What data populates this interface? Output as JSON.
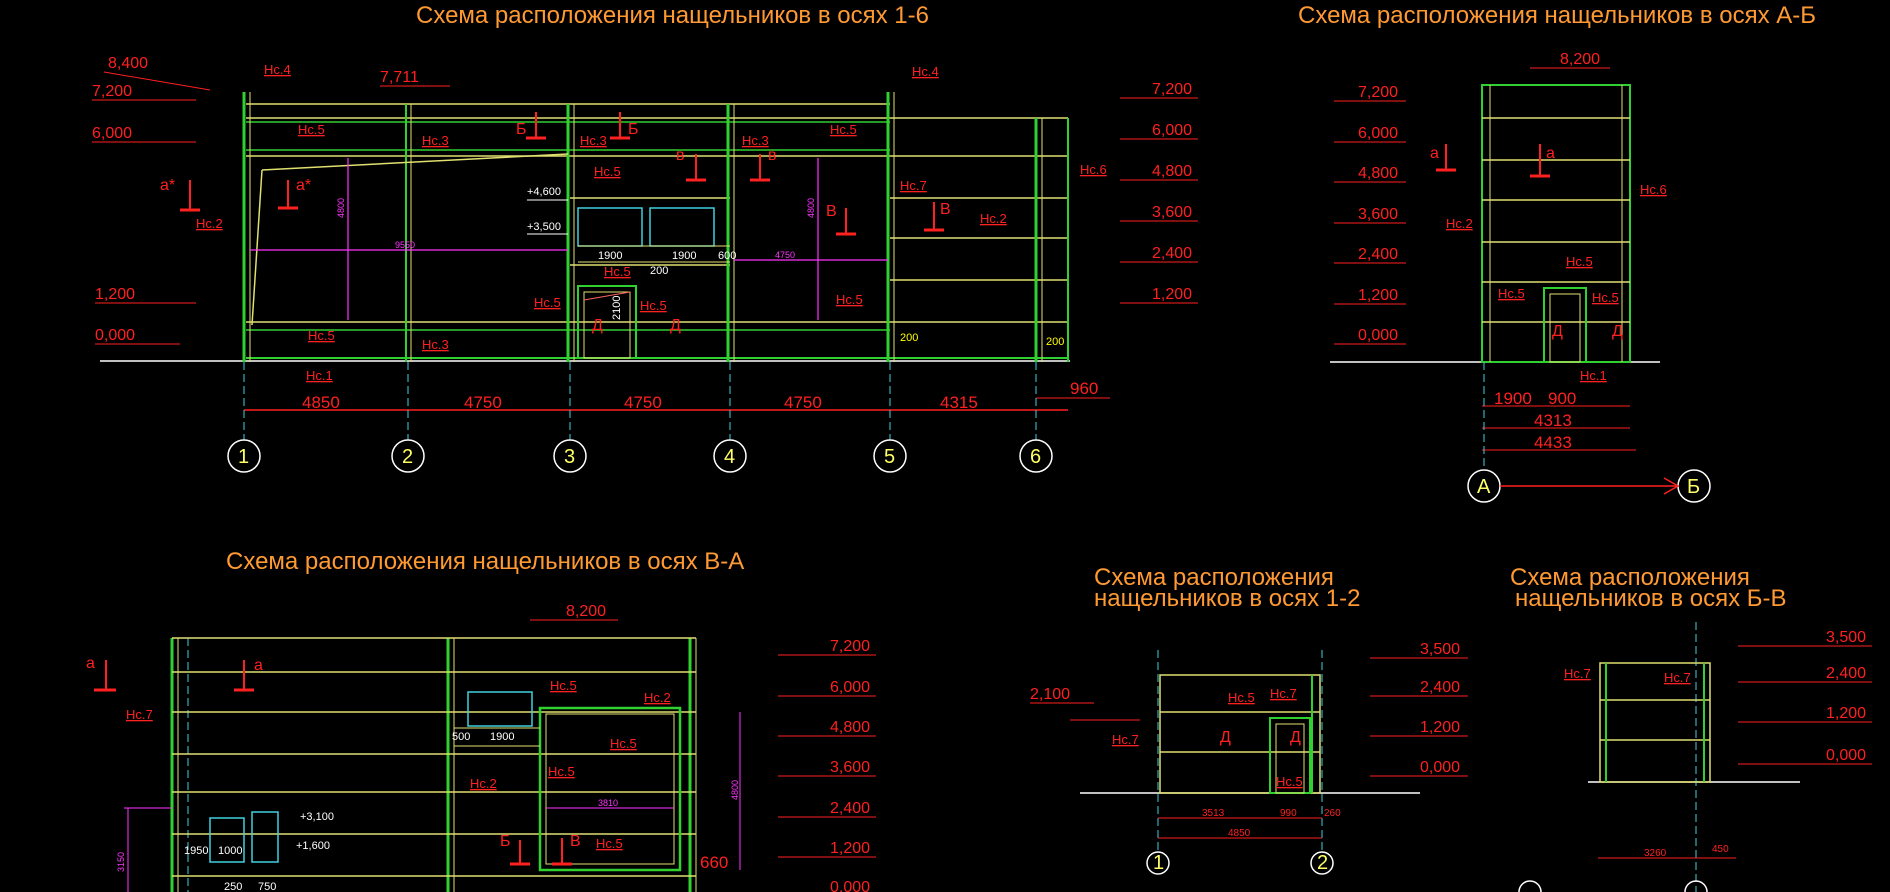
{
  "titles": {
    "axes_1_6": "Схема расположения нащельников в осях 1-6",
    "axes_a_b": "Схема расположения нащельников в осях А-Б",
    "axes_v_a": "Схема расположения нащельников в осях В-А",
    "axes_1_2_line1": "Схема расположения",
    "axes_1_2_line2": "нащельников в осях 1-2",
    "axes_b_v_line1": "Схема расположения",
    "axes_b_v_line2": "нащельников в осях  Б-В"
  },
  "plan_1_6": {
    "elev_left": [
      "8,400",
      "7,200",
      "6,000",
      "1,200",
      "0,000"
    ],
    "elev_711": "7,711",
    "elev_right": [
      "7,200",
      "6,000",
      "4,800",
      "3,600",
      "2,400",
      "1,200"
    ],
    "spans": [
      "4850",
      "4750",
      "4750",
      "4750",
      "4315"
    ],
    "extra_dim": "960",
    "axes": [
      "1",
      "2",
      "3",
      "4",
      "5",
      "6"
    ],
    "labels": {
      "nc4": "Нс.4",
      "nc5": "Нс.5",
      "nc3": "Нс.3",
      "nc2": "Нс.2",
      "nc1": "Нс.1",
      "nc6": "Нс.6",
      "nc7": "Нс.7"
    },
    "section_marks": {
      "a_star": "а*",
      "b": "Б",
      "v": "в",
      "V": "В",
      "d": "Д"
    },
    "inner": {
      "h4600": "+4,600",
      "h3500": "+3,500",
      "w1900": "1900",
      "w600": "600",
      "w200": "200",
      "d9550": "9550",
      "d4750": "4750",
      "d4800": "4800",
      "d2100": "2100",
      "d200": "200"
    }
  },
  "plan_a_b": {
    "elev_top": "8,200",
    "elev": [
      "7,200",
      "6,000",
      "4,800",
      "3,600",
      "2,400",
      "1,200",
      "0,000"
    ],
    "dims": {
      "d1900": "1900",
      "d900": "900",
      "d4313": "4313",
      "d4433": "4433"
    },
    "axes": [
      "А",
      "Б"
    ],
    "mark_a": "а",
    "mark_d": "Д"
  },
  "plan_v_a": {
    "elev_top": "8,200",
    "elev": [
      "7,200",
      "6,000",
      "4,800",
      "3,600",
      "2,400",
      "1,200",
      "0,000"
    ],
    "inner": {
      "h3100": "+3,100",
      "h1600": "+1,600",
      "d1950": "1950",
      "d1000": "1000",
      "d250": "250",
      "d750": "750",
      "d500": "500",
      "d1900": "1900",
      "d3810": "3810",
      "d4800": "4800",
      "d3150": "3150",
      "d660": "660"
    },
    "mark_a": "а",
    "mark_b": "Б",
    "mark_v": "В"
  },
  "plan_1_2": {
    "elev_left": "2,100",
    "elev": [
      "3,500",
      "2,400",
      "1,200",
      "0,000"
    ],
    "dims": {
      "d3513": "3513",
      "d990": "990",
      "d260": "260",
      "d4850": "4850"
    },
    "axes": [
      "1",
      "2"
    ],
    "mark_d": "Д"
  },
  "plan_b_v": {
    "elev": [
      "3,500",
      "2,400",
      "1,200",
      "0,000"
    ],
    "dims": {
      "d3260": "3260",
      "d450": "450"
    }
  }
}
